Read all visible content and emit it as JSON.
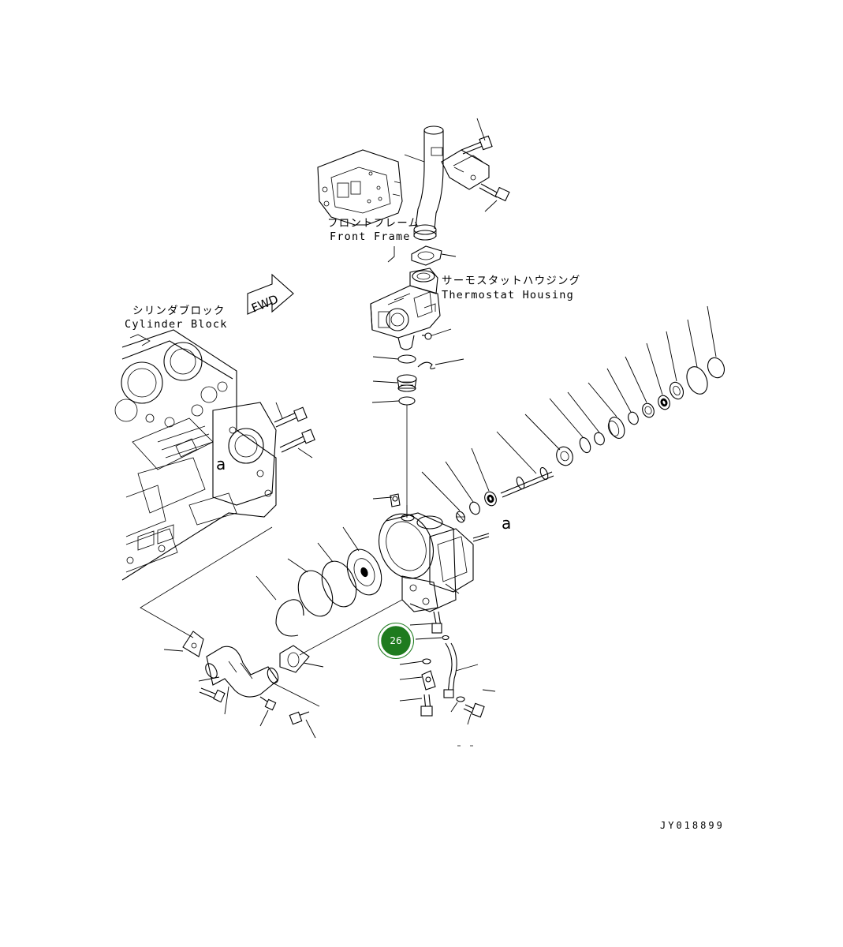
{
  "labels": {
    "front_frame_jp": "フロントフレーム",
    "front_frame_en": "Front Frame",
    "thermostat_jp": "サーモスタットハウジング",
    "thermostat_en": "Thermostat Housing",
    "cylinder_jp": "シリンダブロック",
    "cylinder_en": "Cylinder Block",
    "fwd": "FWD",
    "ref_a": "a",
    "drawing_number": "JY018899"
  },
  "marker": {
    "number": "26",
    "color": "#1e7b1e"
  }
}
